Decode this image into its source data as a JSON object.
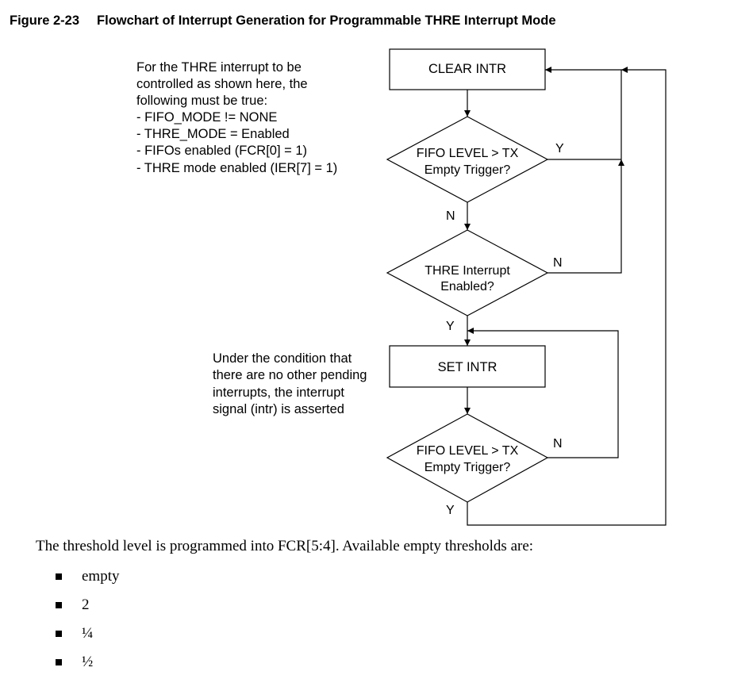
{
  "figure": {
    "number": "Figure 2-23",
    "title": "Flowchart of Interrupt Generation for Programmable THRE Interrupt Mode"
  },
  "flowchart": {
    "clear_box": "CLEAR INTR",
    "decision1": [
      "FIFO LEVEL > TX",
      "Empty Trigger?"
    ],
    "decision2": [
      "THRE Interrupt",
      "Enabled?"
    ],
    "set_box": "SET INTR",
    "decision3": [
      "FIFO LEVEL > TX",
      "Empty Trigger?"
    ],
    "labels": {
      "d1_yes": "Y",
      "d1_no": "N",
      "d2_no": "N",
      "d2_yes": "Y",
      "d3_no": "N",
      "d3_yes": "Y"
    },
    "note_top": [
      "For the THRE interrupt to be",
      "controlled as shown here, the",
      "following must be true:",
      "- FIFO_MODE != NONE",
      "- THRE_MODE = Enabled",
      "- FIFOs enabled (FCR[0] = 1)",
      "- THRE mode enabled (IER[7] = 1)"
    ],
    "note_mid": [
      "Under the condition that",
      "there are no other pending",
      "interrupts, the interrupt",
      "signal (intr) is asserted"
    ]
  },
  "body_text": "The threshold level is programmed into FCR[5:4]. Available empty thresholds are:",
  "thresholds": [
    "empty",
    "2",
    "¼",
    "½"
  ]
}
